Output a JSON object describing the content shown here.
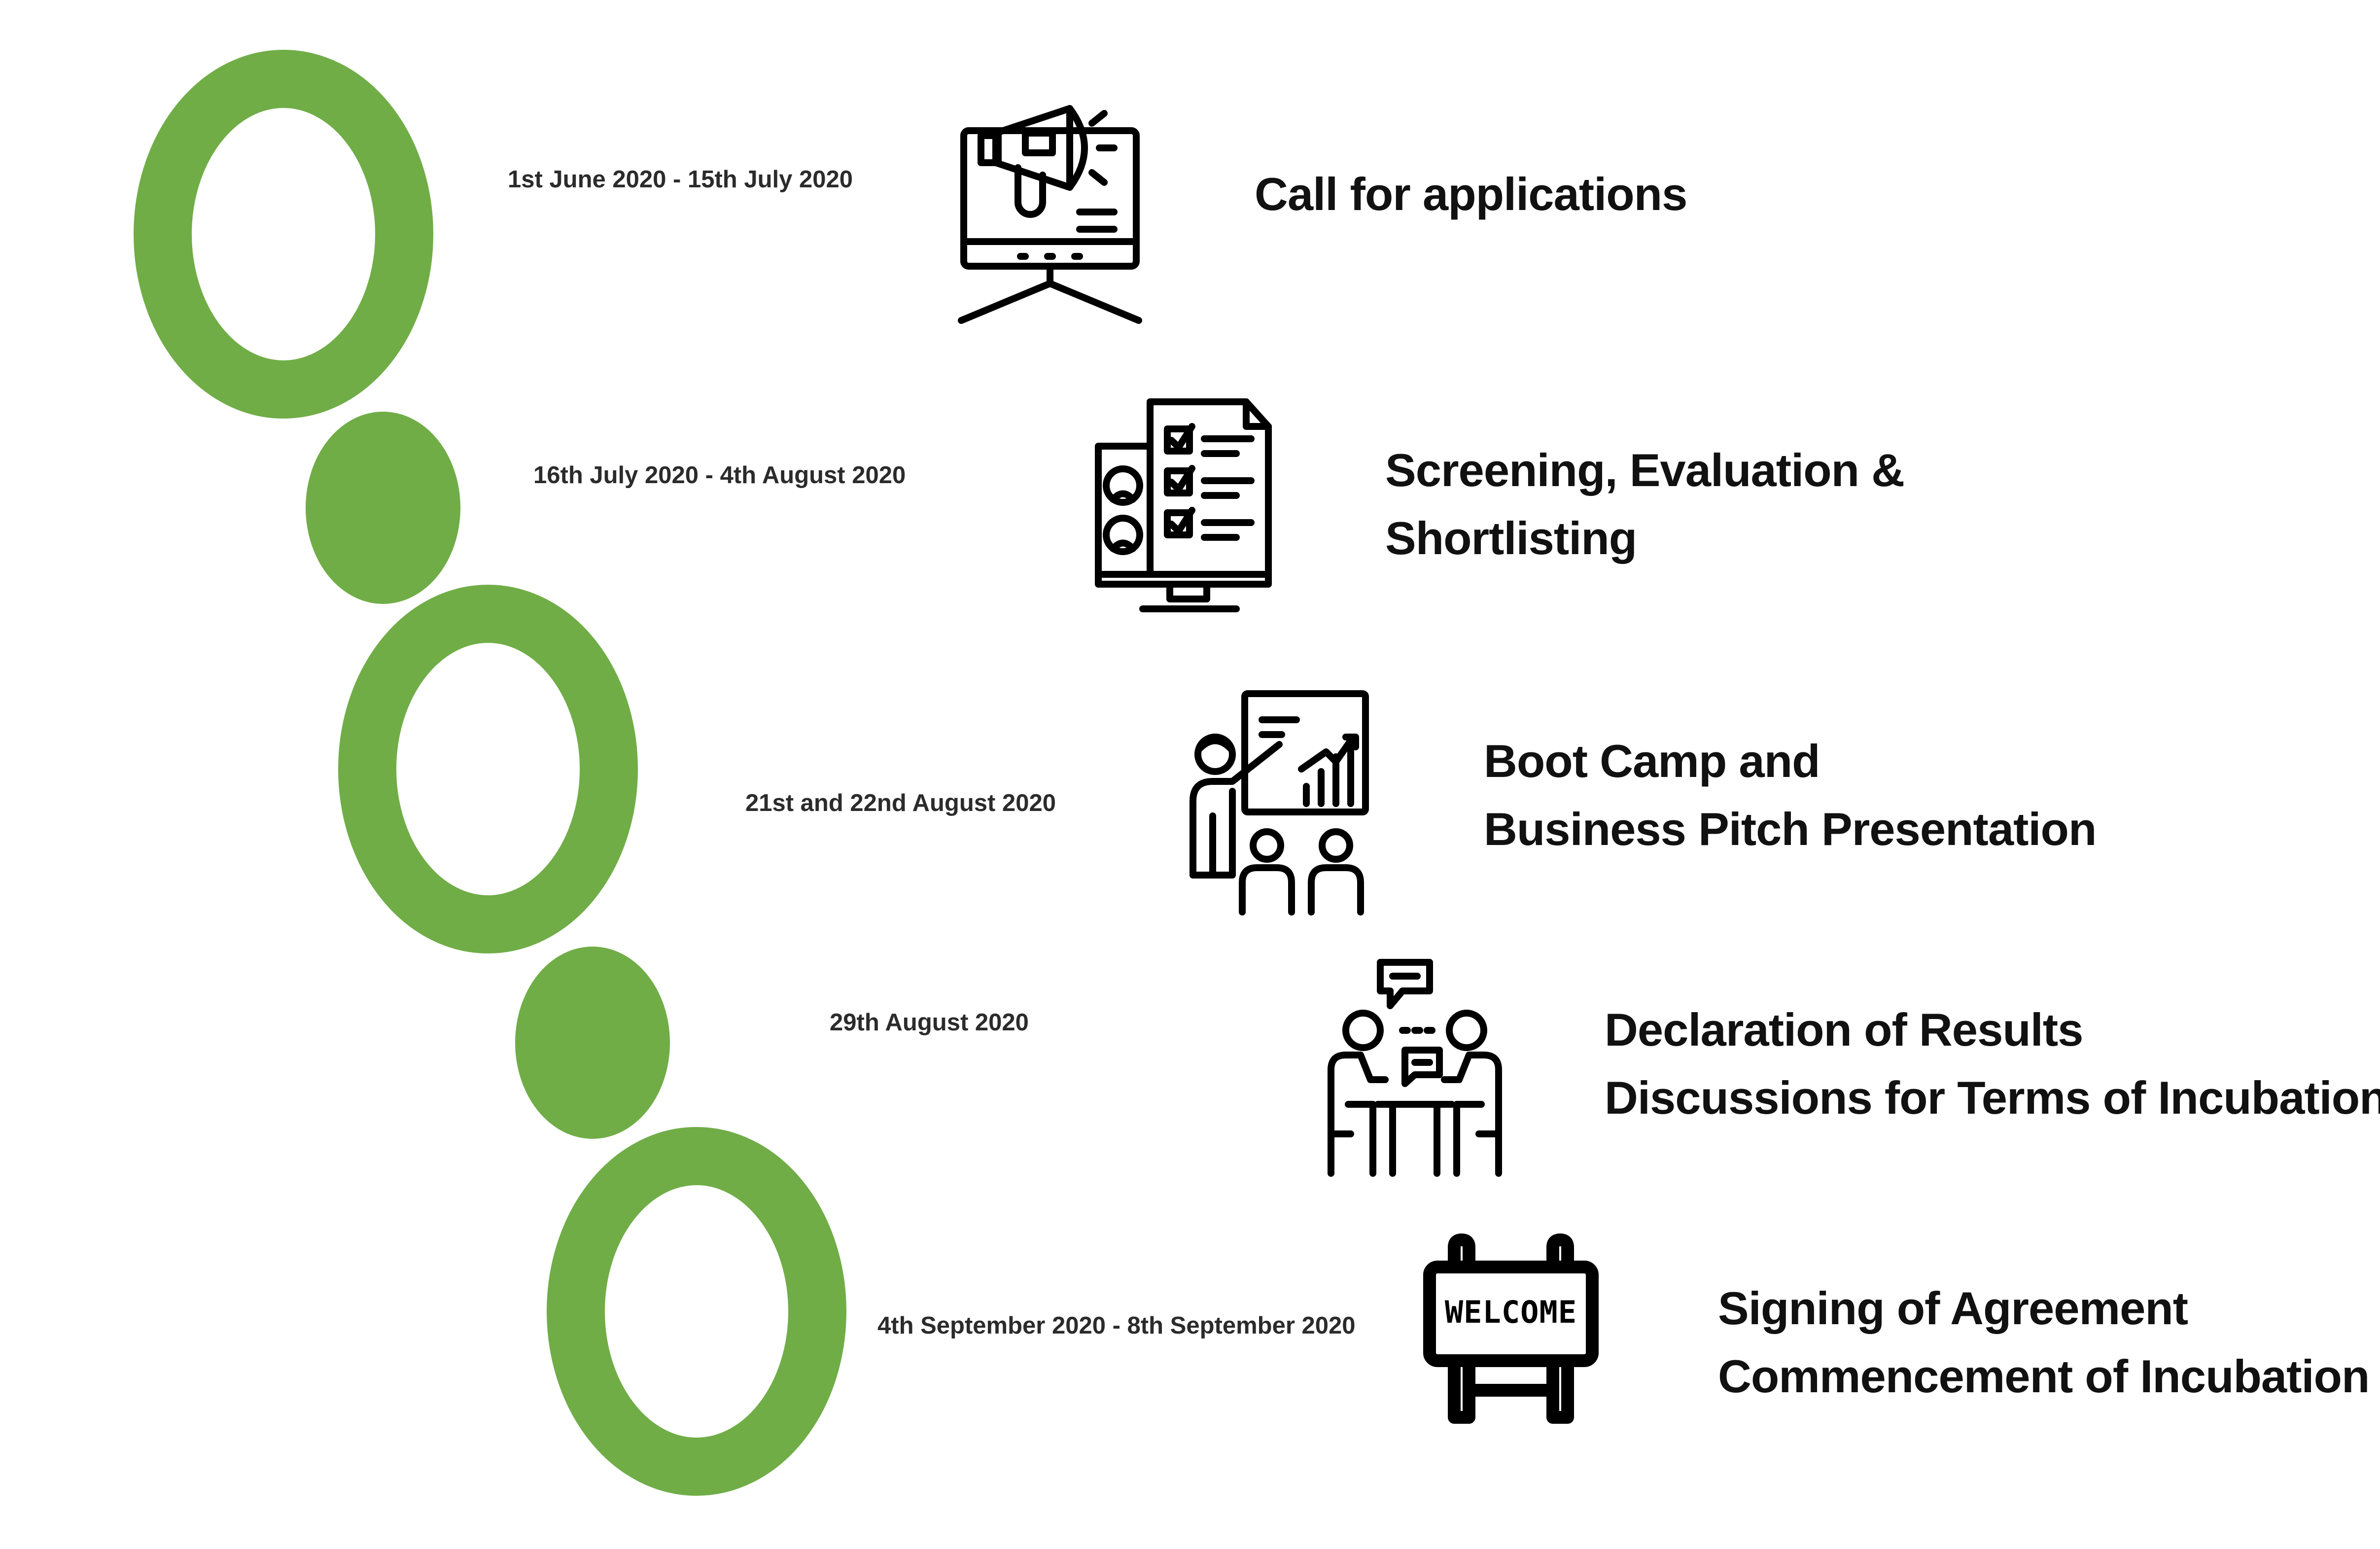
{
  "colors": {
    "accent": "#70ad47",
    "ink": "#111111",
    "date_text": "#2b2b2b",
    "background": "#ffffff"
  },
  "steps": [
    {
      "date": "1st June 2020 - 15th July 2020",
      "title_lines": [
        "Call for applications"
      ],
      "icon": "megaphone-monitor-icon",
      "marker": "ring"
    },
    {
      "date": "16th July 2020 - 4th August 2020",
      "title_lines": [
        "Screening, Evaluation &",
        "Shortlisting"
      ],
      "icon": "checklist-monitor-icon",
      "marker": "dot"
    },
    {
      "date": "21st and 22nd August 2020",
      "title_lines": [
        "Boot Camp and",
        "Business Pitch Presentation"
      ],
      "icon": "presentation-icon",
      "marker": "ring"
    },
    {
      "date": "29th August 2020",
      "title_lines": [
        "Declaration of Results",
        "Discussions for Terms of Incubation"
      ],
      "icon": "meeting-icon",
      "marker": "dot"
    },
    {
      "date": "4th September 2020 - 8th September 2020",
      "title_lines": [
        "Signing of Agreement",
        "Commencement of Incubation"
      ],
      "icon": "welcome-sign-icon",
      "marker": "ring",
      "sign_text": "WELCOME"
    }
  ]
}
